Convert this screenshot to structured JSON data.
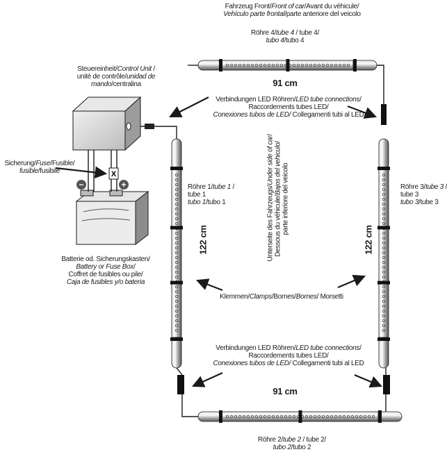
{
  "labels": {
    "front": [
      "Fahrzeug Front/",
      "Front of car",
      "/Avant du véhicule/",
      "Vehículo parte frontal",
      "/parte anteriore del veicolo"
    ],
    "tube4": [
      "Röhre 4/",
      "tube 4",
      " / tube 4/",
      "tubo 4",
      "/tubo 4"
    ],
    "len_top": "91 cm",
    "len_bottom": "91 cm",
    "len_left": "122 cm",
    "len_right": "122 cm",
    "control_unit": [
      "Steuereinheit/",
      "Control Unit",
      " /",
      "unité de contrôle/",
      "unidad de",
      "mando",
      "/centralina"
    ],
    "connections_top": [
      "Verbindungen LED Röhren/",
      "LED tube connections",
      "/",
      "Raccordements tubes LED/",
      "Conexiones tubos de LED/",
      " Collegamenti tubi al LED"
    ],
    "connections_bottom": [
      "Verbindungen LED Röhren/",
      "LED tube connections",
      "/",
      "Raccordements tubes LED/",
      "Conexiones tubos de LED/",
      " Collegamenti tubi al LED"
    ],
    "fuse": [
      "Sicherung/",
      "Fuse",
      "/Fusible/",
      "fusible",
      "/fusibile"
    ],
    "tube1": [
      "Röhre 1/",
      "tube 1",
      " /",
      "tube 1",
      "tubo 1",
      "/tubo 1"
    ],
    "tube3": [
      "Röhre 3/",
      "tube 3",
      " /",
      "tube 3",
      "tubo 3",
      "/tube 3"
    ],
    "underside": [
      "Unterseite des Fahrzeugs/",
      "Under side of car",
      "/",
      "Dessous du véhicule/",
      "Bajos del vehiculo",
      "/",
      "parte inferiore del veicolo"
    ],
    "battery": [
      "Batterie od. Sicherungskasten/",
      "Battery or Fuse Box",
      "/",
      "Coffret de fusibles ou pile/",
      "Caja de fusibles  y/o bateria"
    ],
    "clamps": [
      "Klemmen/",
      "Clamps",
      "/Bornes/",
      "Bornes",
      "/ Morsetti"
    ],
    "tube2": [
      "Röhre 2/",
      "tube 2",
      " / tube 2/",
      "tubo 2",
      "/tubo 2"
    ],
    "fuse_symbol": "X",
    "minus": "−",
    "plus": "+"
  },
  "colors": {
    "line": "#1a1a1a",
    "tube": "#b8b8b8",
    "box": "#d4d4d4"
  }
}
